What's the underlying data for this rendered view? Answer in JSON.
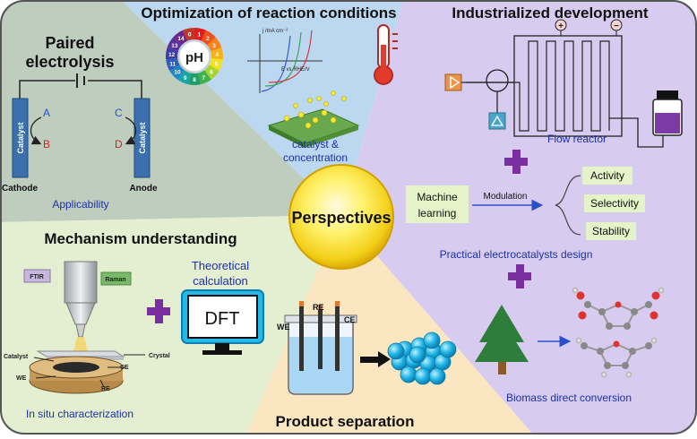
{
  "center": {
    "label": "Perspectives"
  },
  "sections": {
    "optimization": {
      "title": "Optimization of reaction conditions",
      "ph": "pH",
      "catalyst_caption_1": "catalyst &",
      "catalyst_caption_2": "concentration",
      "graph_y": "j /mA cm⁻²",
      "graph_x": "E vs RHE/V",
      "ph_numbers": [
        "1",
        "2",
        "3",
        "4",
        "5",
        "6",
        "7",
        "8",
        "9",
        "10",
        "11",
        "12",
        "13",
        "14",
        "0"
      ]
    },
    "industrial": {
      "title": "Industrialized development",
      "flow_reactor": "Flow reactor",
      "plus_sign": "+",
      "minus_sign": "−"
    },
    "paired": {
      "title_line1": "Paired",
      "title_line2": "electrolysis",
      "catalyst_left": "Catalyst",
      "catalyst_right": "Catalyst",
      "A": "A",
      "B": "B",
      "C": "C",
      "D": "D",
      "cathode": "Cathode",
      "anode": "Anode",
      "applicability": "Applicability"
    },
    "ml": {
      "label_line1": "Machine",
      "label_line2": "learning",
      "modulation": "Modulation",
      "activity": "Activity",
      "selectivity": "Selectivity",
      "stability": "Stability",
      "design": "Practical electrocatalysts design"
    },
    "mechanism": {
      "title": "Mechanism understanding",
      "ftir": "FTIR",
      "raman": "Raman",
      "crystal": "Crystal",
      "catalyst": "Catalyst",
      "we": "WE",
      "ce": "CE",
      "re": "RE",
      "caption": "In situ characterization",
      "theory_1": "Theoretical",
      "theory_2": "calculation",
      "dft": "DFT"
    },
    "separation": {
      "title": "Product separation",
      "we": "WE",
      "re": "RE",
      "ce": "CE"
    },
    "biomass": {
      "caption": "Biomass direct conversion"
    }
  }
}
